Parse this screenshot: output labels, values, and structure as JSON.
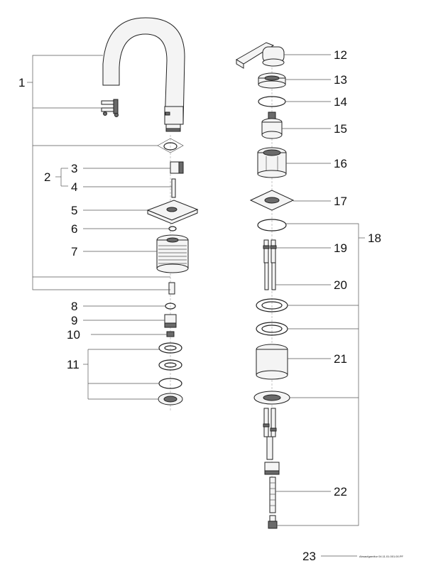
{
  "labels": {
    "l1": "1",
    "l2": "2",
    "l3": "3",
    "l4": "4",
    "l5": "5",
    "l6": "6",
    "l7": "7",
    "l8": "8",
    "l9": "9",
    "l10": "10",
    "l11": "11",
    "l12": "12",
    "l13": "13",
    "l14": "14",
    "l15": "15",
    "l16": "16",
    "l17": "17",
    "l18": "18",
    "l19": "19",
    "l20": "20",
    "l21": "21",
    "l22": "22",
    "l23": "23"
  },
  "footer": {
    "code": "Absaufgarnitur 04.11.01.001.00.PF"
  }
}
